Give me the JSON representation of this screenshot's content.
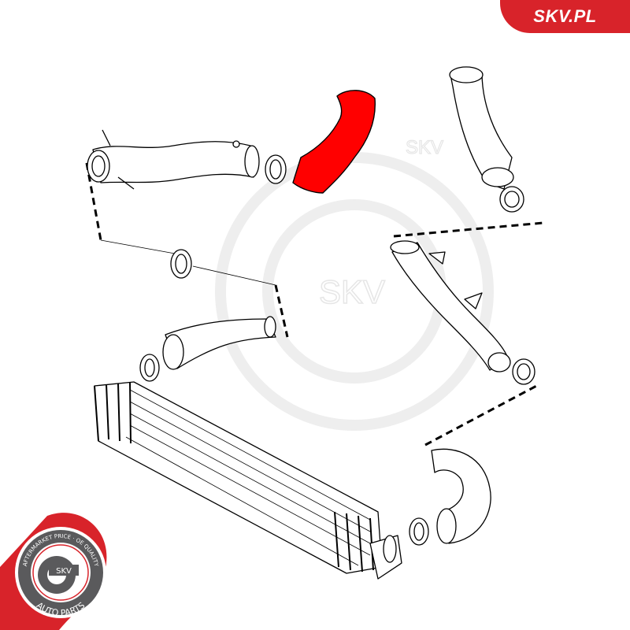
{
  "brand": {
    "badge_text": "SKV.PL",
    "accent_color": "#d8232a",
    "watermark_text": "SKV"
  },
  "seal": {
    "top_arc_text": "AFTERMARKET PRICE · OE QUALITY",
    "center_text": "SKV",
    "bottom_arc_text": "AUTO PARTS"
  },
  "diagram": {
    "highlighted_part_color": "#ff0000",
    "line_color": "#000000"
  }
}
